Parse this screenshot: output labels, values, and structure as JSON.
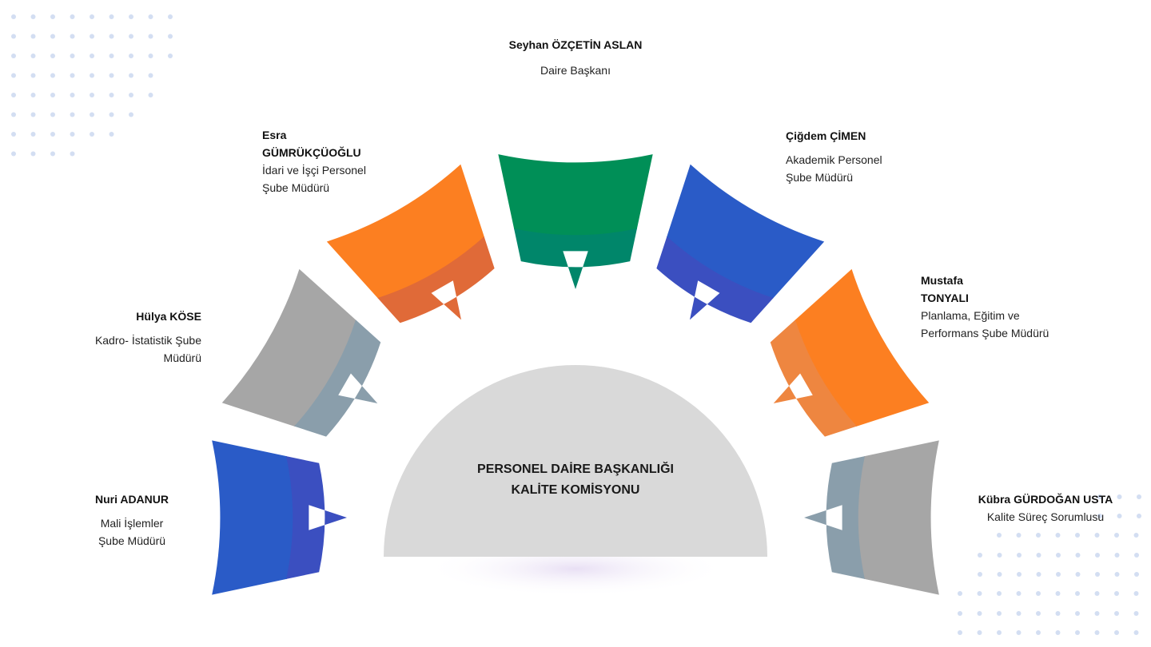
{
  "center": {
    "line1": "PERSONEL DAİRE BAŞKANLIĞI",
    "line2": "KALİTE KOMİSYONU",
    "color": "#d9d9d9"
  },
  "members": [
    {
      "name": "Nuri ADANUR",
      "role": "Mali İşlemler Şube Müdürü",
      "role_lines": [
        "Mali İşlemler",
        "Şube Müdürü"
      ],
      "color": "#2a5bc7",
      "accent": "#3b4fc0",
      "angle": 180
    },
    {
      "name": "Hülya KÖSE",
      "role_lines": [
        "Kadro- İstatistik Şube",
        "Müdürü"
      ],
      "color": "#a6a6a6",
      "accent": "#8a9eab",
      "angle": 150
    },
    {
      "name_lines": [
        "Esra",
        "GÜMRÜKÇÜOĞLU"
      ],
      "role_lines": [
        "İdari ve İşçi Personel",
        "Şube Müdürü"
      ],
      "color": "#fc7f21",
      "accent": "#e06a38",
      "angle": 120
    },
    {
      "name": "Seyhan ÖZÇETİN ASLAN",
      "role_lines": [
        "Daire Başkanı"
      ],
      "color": "#008f57",
      "accent": "#00866a",
      "angle": 90
    },
    {
      "name": "Çiğdem ÇİMEN",
      "role_lines": [
        "Akademik Personel",
        "Şube Müdürü"
      ],
      "color": "#2a5bc7",
      "accent": "#3b4fc0",
      "angle": 60
    },
    {
      "name_lines": [
        "Mustafa",
        "TONYALI"
      ],
      "role_lines": [
        "Planlama, Eğitim ve",
        "Performans Şube Müdürü"
      ],
      "color": "#fc7f21",
      "accent": "#ee8640",
      "angle": 30
    },
    {
      "name": "Kübra GÜRDOĞAN USTA",
      "role_lines": [
        "Kalite Süreç Sorumlusu"
      ],
      "color": "#a6a6a6",
      "accent": "#8a9eab",
      "angle": 0
    }
  ],
  "dot_color": "#d3def2"
}
